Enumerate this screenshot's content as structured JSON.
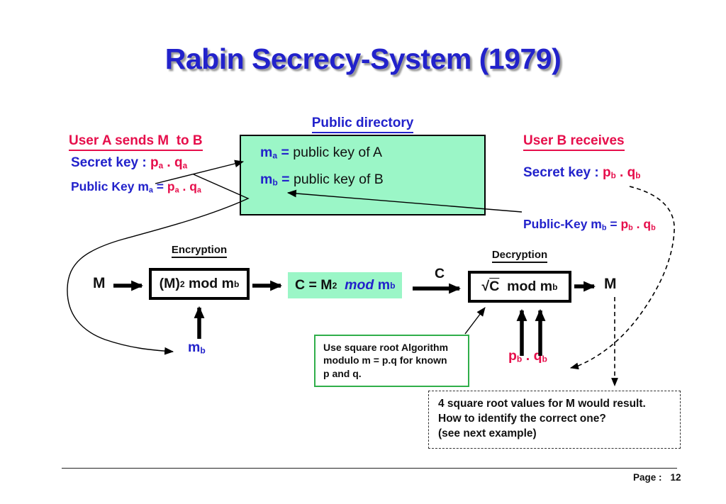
{
  "colors": {
    "blue": "#2222cb",
    "red": "#e60e4b",
    "mint": "#9bf6c7",
    "noteGreen": "#2fae4a"
  },
  "title": {
    "text": "Rabin Secrecy-System (1979)"
  },
  "public_directory": {
    "heading": "Public directory",
    "row_a": [
      {
        "t": "m",
        "c": "blue"
      },
      {
        "t": "a",
        "c": "blue",
        "sub": true
      },
      {
        "t": " = ",
        "c": "blue"
      },
      {
        "t": "public key of A",
        "n": true
      }
    ],
    "row_b": [
      {
        "t": "m",
        "c": "blue"
      },
      {
        "t": "b",
        "c": "blue",
        "sub": true
      },
      {
        "t": " = ",
        "c": "blue"
      },
      {
        "t": "public key of B",
        "n": true
      }
    ]
  },
  "user_a": {
    "heading": "User A sends M  to B",
    "secret": [
      {
        "t": "Secret key : ",
        "c": "blue"
      },
      {
        "t": "p",
        "c": "red"
      },
      {
        "t": "a",
        "c": "red",
        "sub": true
      },
      {
        "t": " . ",
        "c": "red"
      },
      {
        "t": "q",
        "c": "red"
      },
      {
        "t": "a",
        "c": "red",
        "sub": true
      }
    ],
    "public": [
      {
        "t": "Public Key m",
        "c": "blue"
      },
      {
        "t": "a",
        "c": "blue",
        "sub": true
      },
      {
        "t": " = ",
        "c": "blue"
      },
      {
        "t": "p",
        "c": "red"
      },
      {
        "t": "a",
        "c": "red",
        "sub": true
      },
      {
        "t": " . ",
        "c": "red"
      },
      {
        "t": "q",
        "c": "red"
      },
      {
        "t": "a",
        "c": "red",
        "sub": true
      }
    ]
  },
  "user_b": {
    "heading": "User B receives",
    "secret": [
      {
        "t": "Secret key : ",
        "c": "blue"
      },
      {
        "t": "p",
        "c": "red"
      },
      {
        "t": "b",
        "c": "red",
        "sub": true
      },
      {
        "t": " . ",
        "c": "red"
      },
      {
        "t": "q",
        "c": "red"
      },
      {
        "t": "b",
        "c": "red",
        "sub": true
      }
    ],
    "public": [
      {
        "t": "Public-Key m",
        "c": "blue"
      },
      {
        "t": "b",
        "c": "blue",
        "sub": true
      },
      {
        "t": " = ",
        "c": "blue"
      },
      {
        "t": "p",
        "c": "red"
      },
      {
        "t": "b",
        "c": "red",
        "sub": true
      },
      {
        "t": " . ",
        "c": "red"
      },
      {
        "t": "q",
        "c": "red"
      },
      {
        "t": "b",
        "c": "red",
        "sub": true
      }
    ]
  },
  "encryption": {
    "label": "Encryption",
    "input": "M",
    "box": [
      {
        "t": "(M)"
      },
      {
        "t": "2",
        "sup": true
      },
      {
        "t": " mod m"
      },
      {
        "t": "b",
        "sub": true
      }
    ],
    "key": [
      {
        "t": "m",
        "c": "blue"
      },
      {
        "t": "b",
        "c": "blue",
        "sub": true
      }
    ]
  },
  "cipher": {
    "highlight": [
      {
        "t": "C = M"
      },
      {
        "t": "2",
        "sup": true
      },
      {
        "t": "  "
      },
      {
        "t": "mod ",
        "c": "blue",
        "i": true
      },
      {
        "t": "m",
        "c": "blue"
      },
      {
        "t": "b",
        "c": "blue",
        "sub": true
      }
    ],
    "label": "C"
  },
  "decryption": {
    "label": "Decryption",
    "box": [
      {
        "t": "√"
      },
      {
        "t": "C",
        "ov": true
      },
      {
        "t": "  mod m"
      },
      {
        "t": "b",
        "sub": true
      }
    ],
    "output": "M",
    "key": [
      {
        "t": "p",
        "c": "red"
      },
      {
        "t": "b",
        "c": "red",
        "sub": true
      },
      {
        "t": " . ",
        "c": "red"
      },
      {
        "t": "q",
        "c": "red"
      },
      {
        "t": "b",
        "c": "red",
        "sub": true
      }
    ]
  },
  "note_box": {
    "lines": [
      "Use square root Algorithm",
      "modulo m = p.q for known",
      "p and q."
    ]
  },
  "result_box": {
    "lines": [
      "4 square root values for M would result.",
      "How to identify the correct one?",
      "(see next example)"
    ]
  },
  "footer": {
    "page_label": "Page :",
    "page_number": "12"
  }
}
